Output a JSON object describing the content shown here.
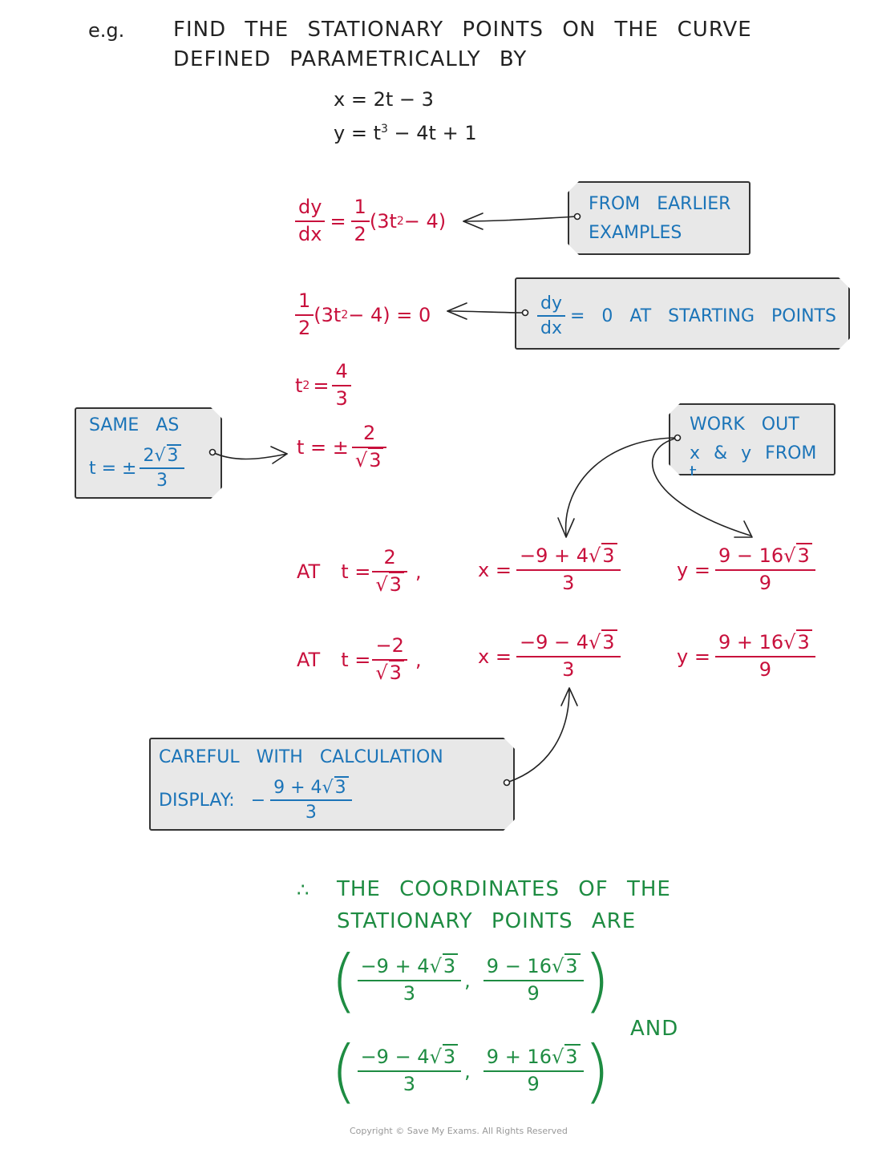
{
  "header": {
    "eg": "e.g.",
    "line1": "FIND THE STATIONARY POINTS ON THE CURVE",
    "line2": "DEFINED PARAMETRICALLY BY"
  },
  "given": {
    "x_eq": "x = 2t − 3",
    "y_eq_a": "y = t",
    "y_eq_exp": "3",
    "y_eq_b": " − 4t + 1"
  },
  "step1": {
    "lhs_num": "dy",
    "lhs_den": "dx",
    "eq": "=",
    "half_num": "1",
    "half_den": "2",
    "bracket_a": "(3t",
    "bracket_exp": "2",
    "bracket_b": " − 4)"
  },
  "note1": {
    "line1": "FROM EARLIER",
    "line2": "EXAMPLES"
  },
  "step2": {
    "half_num": "1",
    "half_den": "2",
    "bracket_a": "(3t",
    "bracket_exp": "2",
    "bracket_b": " − 4) = 0"
  },
  "note2": {
    "num": "dy",
    "den": "dx",
    "text": "= 0 AT STARTING POINTS"
  },
  "step3": {
    "lhs": "t",
    "exp": "2",
    "eq": "=",
    "num": "4",
    "den": "3"
  },
  "note3": {
    "line1": "SAME AS",
    "prefix": "t = ±",
    "num_a": "2",
    "rad": "3",
    "den": "3"
  },
  "step4": {
    "prefix": "t = ±",
    "num": "2",
    "rad": "3"
  },
  "note4": {
    "line1": "WORK OUT",
    "line2": "x & y FROM t"
  },
  "case1": {
    "at": "AT",
    "t_prefix": "t =",
    "t_num": "2",
    "t_rad": "3",
    "comma": ",",
    "x_prefix": "x =",
    "x_num_a": "−9 + 4",
    "x_rad": "3",
    "x_den": "3",
    "y_prefix": "y =",
    "y_num_a": "9 − 16",
    "y_rad": "3",
    "y_den": "9"
  },
  "case2": {
    "at": "AT",
    "t_prefix": "t =",
    "t_num": "−2",
    "t_rad": "3",
    "comma": ",",
    "x_prefix": "x =",
    "x_num_a": "−9 − 4",
    "x_rad": "3",
    "x_den": "3",
    "y_prefix": "y =",
    "y_num_a": "9 + 16",
    "y_rad": "3",
    "y_den": "9"
  },
  "note5": {
    "line1": "CAREFUL WITH CALCULATION",
    "line2": "DISPLAY:",
    "minus": "−",
    "num_a": "9 + 4",
    "rad": "3",
    "den": "3"
  },
  "conclusion": {
    "therefore": "∴",
    "line1": "THE COORDINATES OF THE",
    "line2": "STATIONARY POINTS ARE",
    "and": "AND",
    "p1": {
      "x_num_a": "−9 + 4",
      "x_rad": "3",
      "x_den": "3",
      "y_num_a": "9 − 16",
      "y_rad": "3",
      "y_den": "9"
    },
    "p2": {
      "x_num_a": "−9 − 4",
      "x_rad": "3",
      "x_den": "3",
      "y_num_a": "9 + 16",
      "y_rad": "3",
      "y_den": "9"
    }
  },
  "footer": {
    "copyright": "Copyright © Save My Exams. All Rights Reserved"
  },
  "colors": {
    "black": "#222222",
    "red": "#c8103c",
    "blue": "#1b74b8",
    "green": "#1e8c42",
    "box_fill": "#e8e8e8"
  }
}
